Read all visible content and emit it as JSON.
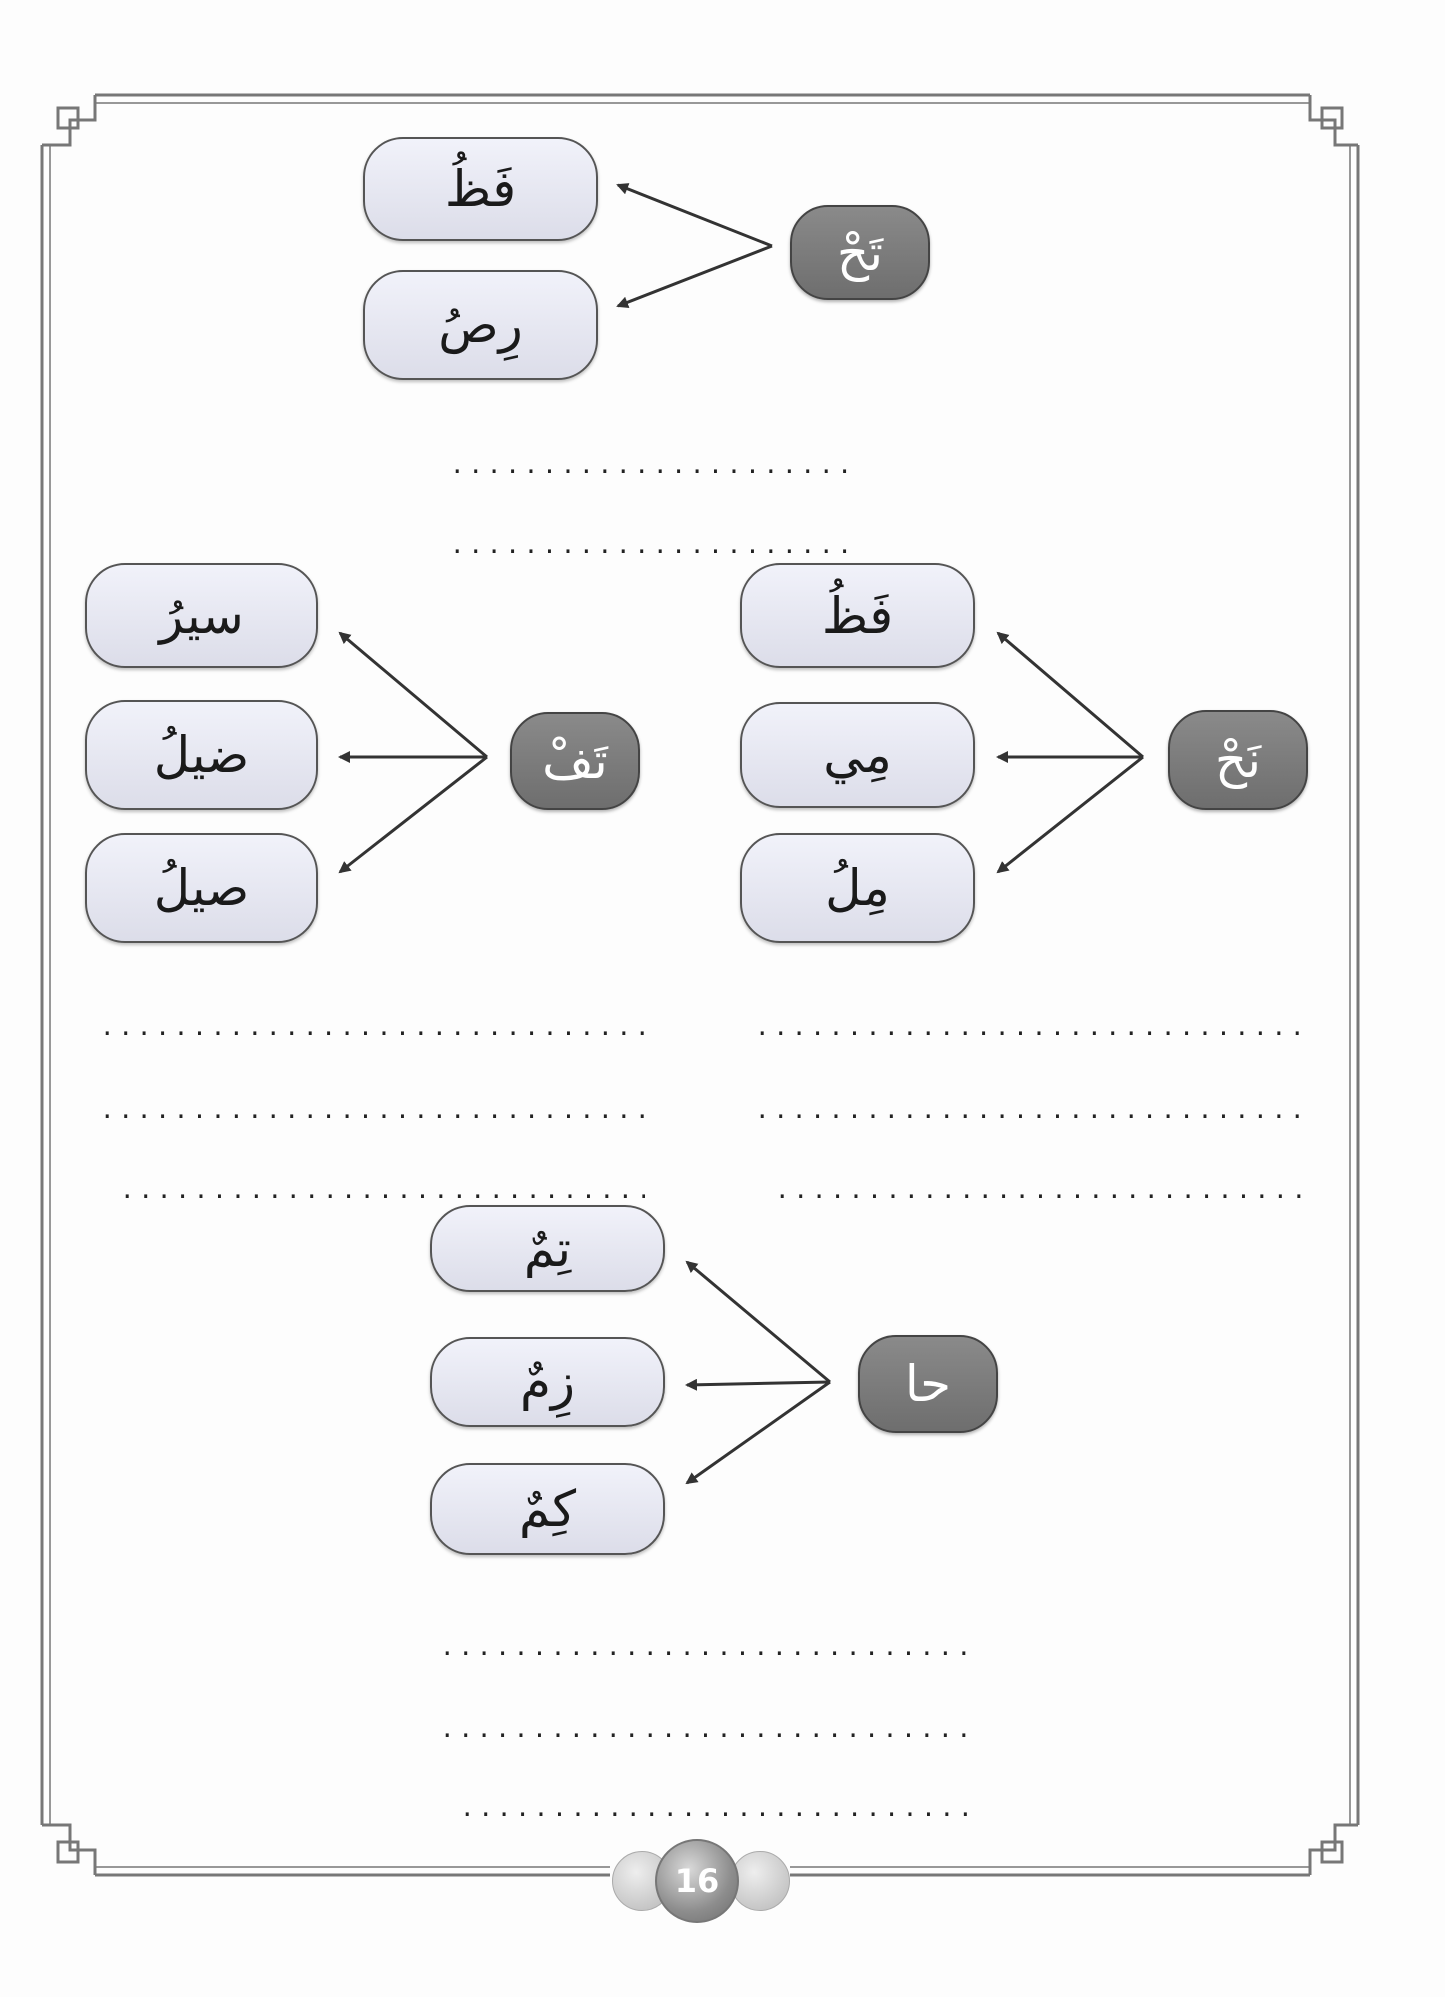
{
  "page_number": "16",
  "dots": "......................................................................",
  "groups": [
    {
      "hub": "تَحْ",
      "options": [
        "فَظُ",
        "رِصُ"
      ]
    },
    {
      "hub": "نَحْ",
      "options": [
        "فَظُ",
        "مِي",
        "مِلُ"
      ]
    },
    {
      "hub": "تَفْ",
      "options": [
        "سيرُ",
        "ضيلُ",
        "صيلُ"
      ]
    },
    {
      "hub": "حا",
      "options": [
        "تِمٌ",
        "زِمٌ",
        "كِمٌ"
      ]
    }
  ]
}
